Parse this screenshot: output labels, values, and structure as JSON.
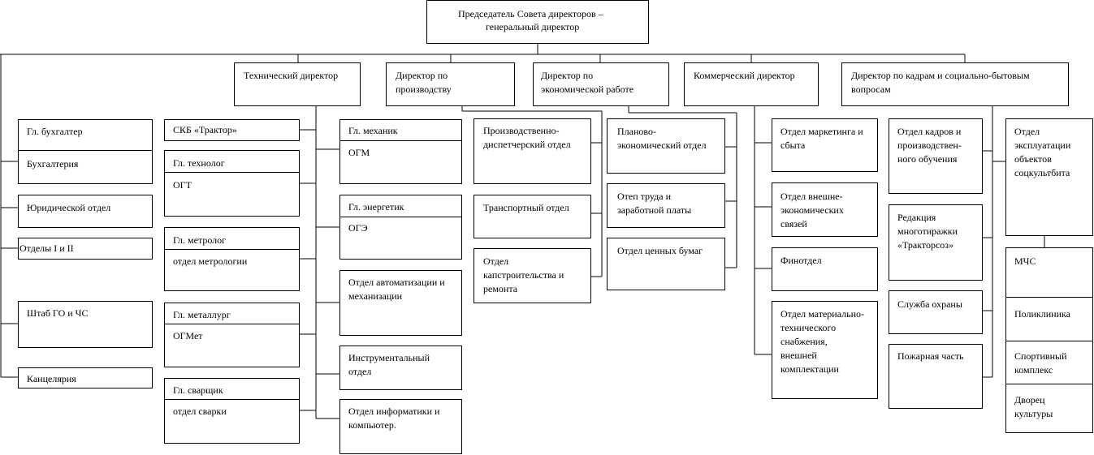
{
  "chairman": [
    "Председатель Совета директоров  –",
    "генеральный директор"
  ],
  "directors": {
    "technical": [
      "Технический  директор"
    ],
    "production": [
      "Директор по",
      "производству"
    ],
    "economic": [
      "Директор по",
      "экономической работе"
    ],
    "commercial": [
      "Коммерческий директор"
    ],
    "hr": [
      "Директор по кадрам и социально-бытовым",
      "вопросам"
    ]
  },
  "left": {
    "accountant": "Гл. бухгалтер",
    "accounting": "Бухгалтерия",
    "legal": "Юридической отдел",
    "depts": "Отделы  I  и  II",
    "civil_defense": "Штаб ГО и ЧС",
    "office": "Канцелярия"
  },
  "technical": {
    "skb": "СКБ  «Трактор»",
    "technologist": "Гл. технолог",
    "ogt": "ОГТ",
    "metrologist": "Гл. метролог",
    "metrology_dept": "отдел метрологии",
    "metallurgist": "Гл. металлург",
    "ogmet": "ОГМет",
    "welder": "Гл. сварщик",
    "welding_dept": "отдел сварки",
    "mechanic": "Гл.  механик",
    "ogm": "ОГМ",
    "power_engineer": "Гл.  энергетик",
    "oge": "ОГЭ",
    "automation": [
      "Отдел автоматизации и",
      "механизации"
    ],
    "tooling": [
      "Инструментальный",
      "отдел"
    ],
    "informatics": [
      "Отдел информатики и",
      "компьютер."
    ]
  },
  "production": {
    "dispatch": [
      "Производственно-",
      "диспетчерский отдел"
    ],
    "transport": "Транспортный отдел",
    "construction": [
      "Отдел",
      "капстроительства и",
      "ремонта"
    ]
  },
  "economic": {
    "planning": [
      "Планово-",
      "экономический отдел"
    ],
    "labor": [
      "Отеп труда и",
      "заработной платы"
    ],
    "securities": "Отдел ценных бумаг"
  },
  "commercial": {
    "marketing": [
      "Отдел маркетинга и",
      "сбыта"
    ],
    "foreign": [
      "Отдел внешне-",
      "экономических",
      "связей"
    ],
    "finance": "Финотдел",
    "supply": [
      "Отдел материально-",
      "технического",
      "снабжения,",
      "внешней",
      "комплектации"
    ]
  },
  "hr": {
    "personnel": [
      "Отдел кадров и",
      "производствен-",
      "ного обучения"
    ],
    "newspaper": [
      "Редакция",
      "многотиражки",
      "«Тракторсоз»"
    ],
    "security": "Служба охраны",
    "fire": "Пожарная часть",
    "social": [
      "Отдел",
      "эксплуатации",
      "объектов",
      "соцкультбита"
    ],
    "mchs": "МЧС",
    "clinic": "Поликлиника",
    "sports": [
      "Спортивный",
      "комплекс"
    ],
    "culture": [
      "Дворец",
      "культуры"
    ]
  }
}
